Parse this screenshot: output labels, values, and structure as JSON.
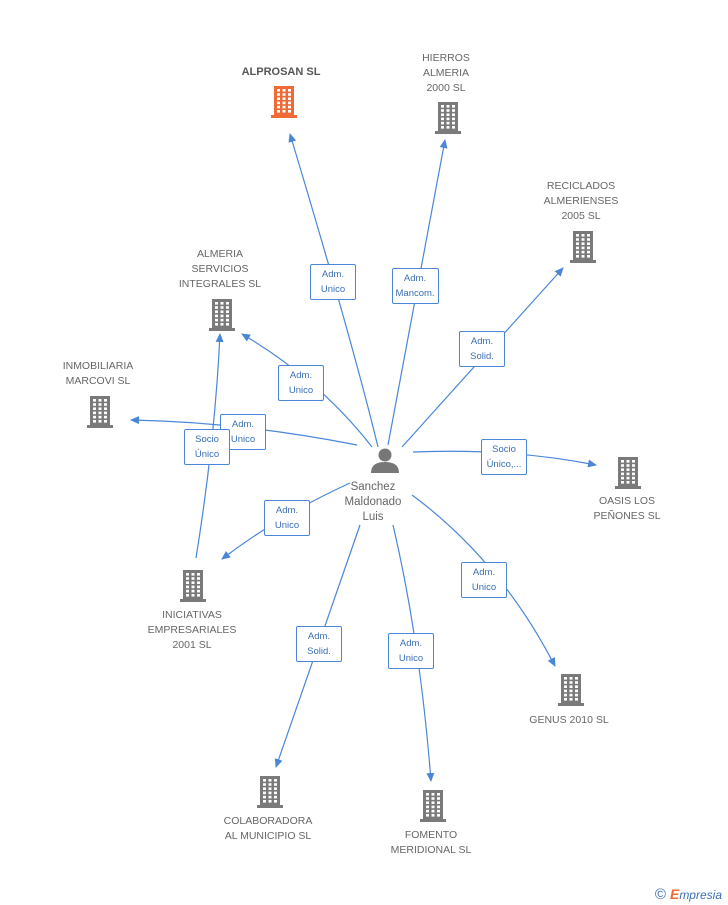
{
  "colors": {
    "edge": "#4a86d8",
    "building": "#7a7a7a",
    "building_main": "#f06a35",
    "person": "#777777"
  },
  "person": {
    "name": "Sanchez\nMaldonado\nLuis",
    "icon": "person-icon"
  },
  "companies": [
    {
      "id": "alprosan",
      "label": "ALPROSAN SL",
      "main": true
    },
    {
      "id": "hierros",
      "label": "HIERROS\nALMERIA\n2000 SL"
    },
    {
      "id": "reciclados",
      "label": "RECICLADOS\nALMERIENSES\n2005 SL"
    },
    {
      "id": "almeria",
      "label": "ALMERIA\nSERVICIOS\nINTEGRALES  SL"
    },
    {
      "id": "inmobiliaria",
      "label": "INMOBILIARIA\nMARCOVI SL"
    },
    {
      "id": "oasis",
      "label": "OASIS LOS\nPEÑONES  SL"
    },
    {
      "id": "iniciativas",
      "label": "INICIATIVAS\nEMPRESARIALES\n2001 SL"
    },
    {
      "id": "genus",
      "label": "GENUS 2010 SL"
    },
    {
      "id": "colaboradora",
      "label": "COLABORADORA\nAL MUNICIPIO SL"
    },
    {
      "id": "fomento",
      "label": "FOMENTO\nMERIDIONAL SL"
    }
  ],
  "edges": [
    {
      "to": "alprosan",
      "label": "Adm.\nUnico"
    },
    {
      "to": "hierros",
      "label": "Adm.\nMancom."
    },
    {
      "to": "reciclados",
      "label": "Adm.\nSolid."
    },
    {
      "to": "almeria",
      "label": "Adm.\nUnico"
    },
    {
      "to": "inmobiliaria",
      "label": "Adm.\nUnico"
    },
    {
      "to": "oasis",
      "label": "Socio\nÚnico,..."
    },
    {
      "to": "iniciativas",
      "label": "Adm.\nUnico"
    },
    {
      "to": "genus",
      "label": "Adm.\nUnico"
    },
    {
      "to": "colaboradora",
      "label": "Adm.\nSolid."
    },
    {
      "to": "fomento",
      "label": "Adm.\nUnico"
    },
    {
      "from": "iniciativas",
      "to": "almeria",
      "label": "Socio\nÚnico"
    }
  ],
  "footer": {
    "copyright": "©",
    "brand_first": "E",
    "brand_rest": "mpresia"
  }
}
